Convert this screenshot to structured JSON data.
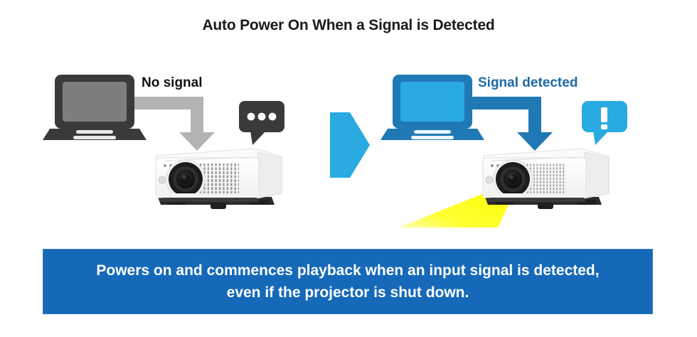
{
  "page": {
    "title": "Auto Power On When a Signal is Detected",
    "background_color": "#ffffff"
  },
  "colors": {
    "accent_blue": "#1569b8",
    "cyan": "#29abe2",
    "arrow_blue": "#2079b5",
    "gray_arrow": "#b3b3b3",
    "dark_gray": "#3a3a3a",
    "beam_yellow": "#ffff00",
    "title_black": "#1a1a1a",
    "label_blue": "#1b6aa5"
  },
  "left_scene": {
    "name": "no-signal-state",
    "label": "No signal",
    "laptop": {
      "icon": "laptop-icon",
      "body_color": "#3a3a3a",
      "screen_color": "#808080"
    },
    "arrow": {
      "icon": "elbow-arrow-down-icon",
      "color": "#b3b3b3"
    },
    "bubble": {
      "icon": "speech-bubble-ellipsis-icon",
      "color": "#3a3a3a",
      "glyph": "•••"
    },
    "projector": {
      "icon": "projector-icon",
      "powered": "off"
    }
  },
  "divider": {
    "icon": "chevron-right-arrow-icon",
    "color": "#29abe2"
  },
  "right_scene": {
    "name": "signal-detected-state",
    "label": "Signal detected",
    "laptop": {
      "icon": "laptop-icon",
      "body_color": "#2079b5",
      "screen_color": "#29abe2"
    },
    "arrow": {
      "icon": "elbow-arrow-down-icon",
      "color": "#2079b5"
    },
    "bubble": {
      "icon": "speech-bubble-exclamation-icon",
      "color": "#29abe2",
      "glyph": "!"
    },
    "projector": {
      "icon": "projector-icon",
      "powered": "on",
      "beam_color": "#ffff00"
    }
  },
  "banner": {
    "background_color": "#1569b8",
    "line1": "Powers on and commences playback when an input signal is detected,",
    "line2": "even if the projector is shut down."
  }
}
